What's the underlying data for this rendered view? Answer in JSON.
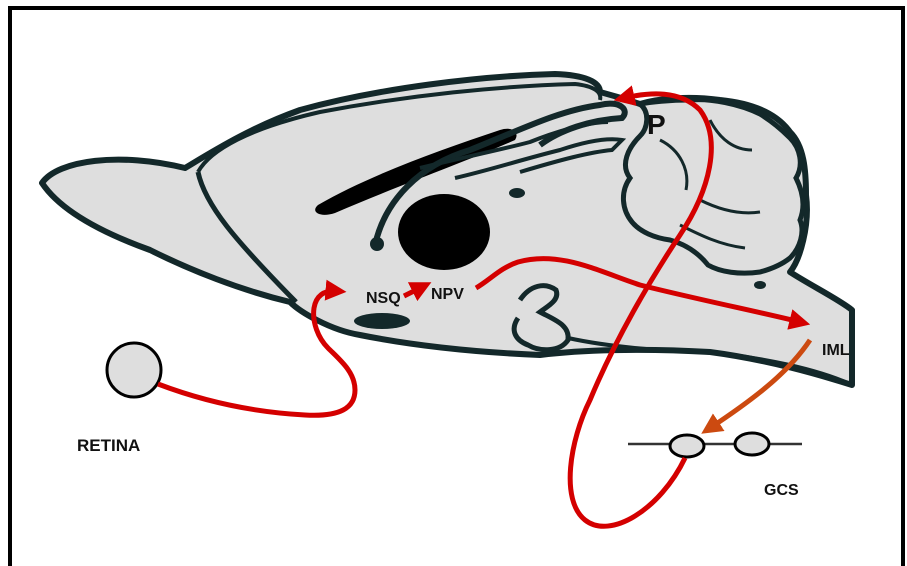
{
  "labels": {
    "retina": "RETINA",
    "nsq": "NSQ",
    "npv": "NPV",
    "p": "P",
    "iml": "IML",
    "gcs": "GCS"
  },
  "colors": {
    "pathway": "#d40000",
    "pathway_orange": "#cc4a10",
    "tissue": "#dedede",
    "outline": "#13282a",
    "frame": "#000000"
  }
}
